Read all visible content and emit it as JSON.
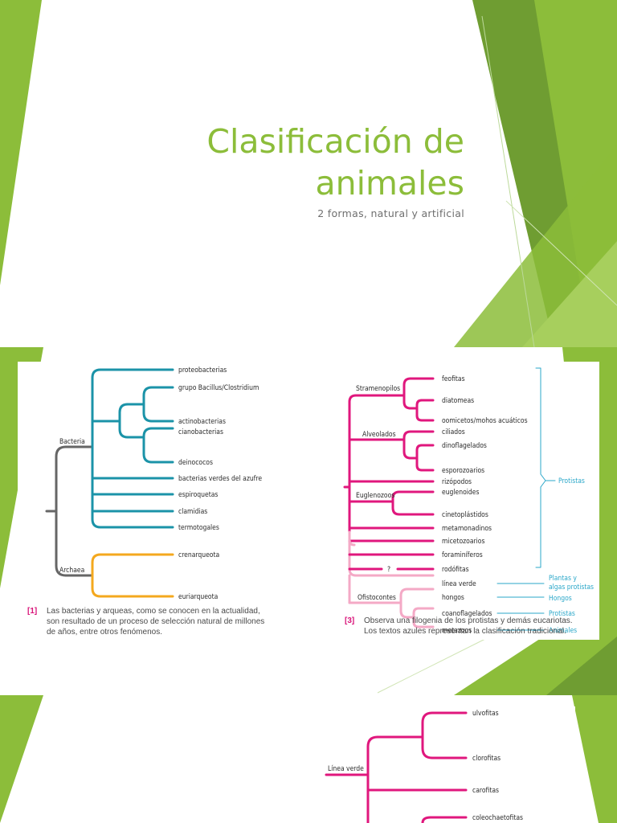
{
  "slide1": {
    "title_line1": "Clasificación de",
    "title_line2": "animales",
    "subtitle": "2 formas, natural y artificial"
  },
  "tree1": {
    "nodes": {
      "bacteria": "Bacteria",
      "archaea": "Archaea"
    },
    "leaves": [
      "proteobacterias",
      "grupo Bacillus/Clostridium",
      "actinobacterias",
      "cianobacterias",
      "deinococos",
      "bacterias verdes del azufre",
      "espiroquetas",
      "clamidias",
      "termotogales",
      "crenarqueota",
      "euriarqueota"
    ],
    "caption_number": "[1]",
    "caption_lines": [
      "Las bacterias y arqueas, como se conocen en la actualidad,",
      "son resultado de un proceso de selección natural de millones",
      "de años, entre otros fenómenos."
    ]
  },
  "tree2": {
    "groups": {
      "stramenopilos": "Stramenopilos",
      "alveolados": "Alveolados",
      "euglenozoos": "Euglenozoos",
      "unknown": "?",
      "ofistocontes": "Ofistocontes"
    },
    "leaves": [
      "feofitas",
      "diatomeas",
      "oomicetos/mohos acuáticos",
      "ciliados",
      "dinoflagelados",
      "esporozoarios",
      "rizópodos",
      "euglenoides",
      "cinetoplástidos",
      "metamonadinos",
      "micetozoarios",
      "foraminíferos",
      "rodófitas",
      "línea verde",
      "hongos",
      "coanoflagelados",
      "metazoos"
    ],
    "traditional": {
      "protistas_bracket": "Protistas",
      "plantas_line1": "Plantas y",
      "plantas_line2": "algas protistas",
      "hongos": "Hongos",
      "protistas": "Protistas",
      "animales": "Animales"
    },
    "caption_number": "[3]",
    "caption_lines": [
      "Observa una filogenia de los protistas y demás eucariotas.",
      "Los textos azules representan la clasificación tradicional."
    ]
  },
  "tree3": {
    "root_label": "Línea verde",
    "leaves": [
      "ulvofitas",
      "clorofitas",
      "carofitas",
      "coleochaetofitas"
    ]
  },
  "colors": {
    "accent_green": "#8cbd3a",
    "tree_teal": "#1b93a8",
    "tree_orange": "#f4a81e",
    "tree_magenta": "#e0177d",
    "tree_pink": "#f4a9c6",
    "traditional_blue": "#2aa7c9"
  }
}
